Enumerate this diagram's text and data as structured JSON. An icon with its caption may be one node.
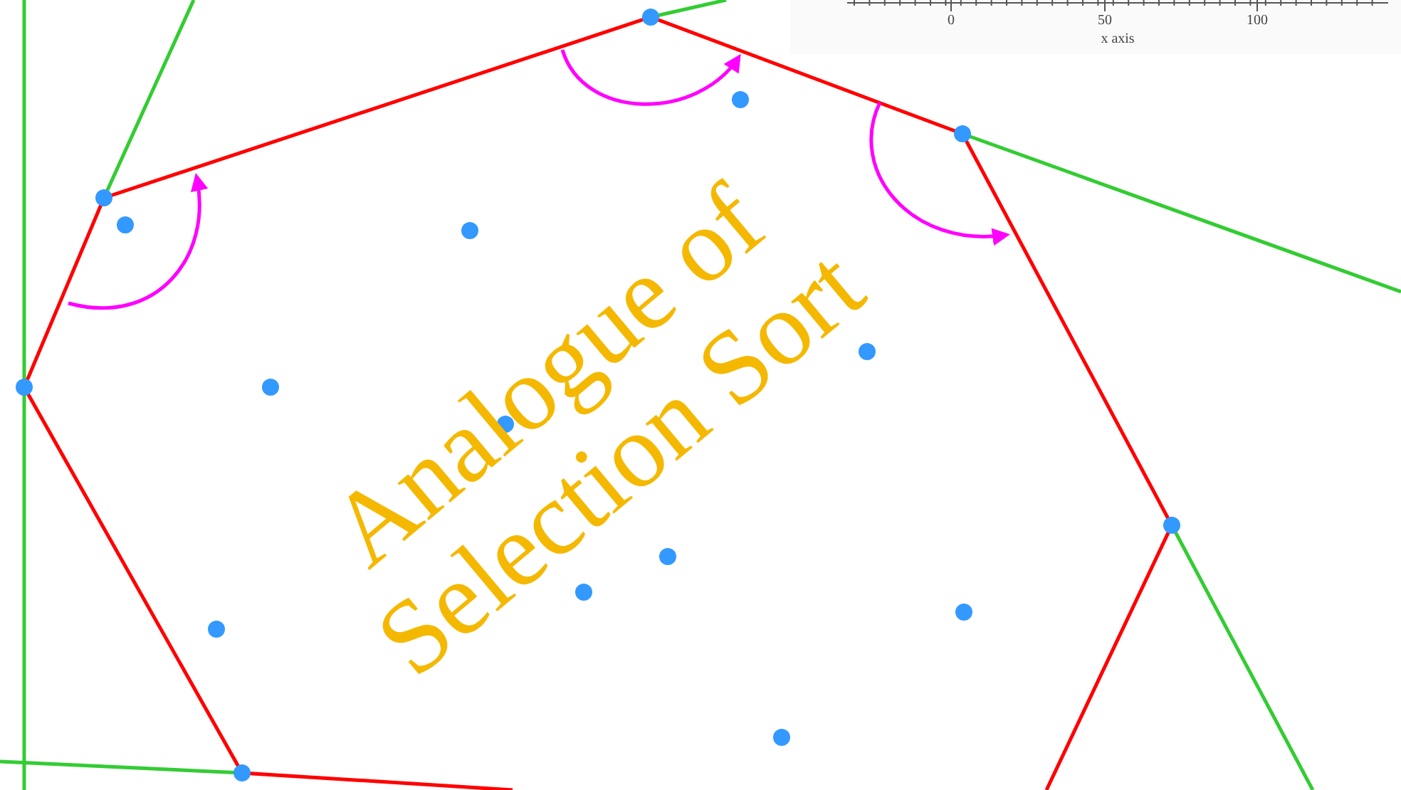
{
  "diagram": {
    "labels": [
      "0",
      "50",
      "100",
      "x axis",
      "Analogue of Selection Sort"
    ]
  }
}
